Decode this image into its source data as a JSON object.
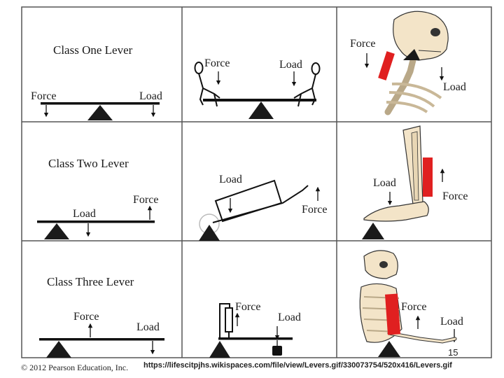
{
  "panels": {
    "class_one": {
      "title": "Class One Lever",
      "force": "Force",
      "load": "Load"
    },
    "seesaw": {
      "force": "Force",
      "load": "Load"
    },
    "neck": {
      "force": "Force",
      "load": "Load"
    },
    "class_two": {
      "title": "Class Two Lever",
      "force": "Force",
      "load": "Load"
    },
    "wheelbarrow": {
      "force": "Force",
      "load": "Load"
    },
    "foot": {
      "force": "Force",
      "load": "Load"
    },
    "class_three": {
      "title": "Class Three Lever",
      "force": "Force",
      "load": "Load"
    },
    "dumbbell": {
      "force": "Force",
      "load": "Load"
    },
    "arm": {
      "force": "Force",
      "load": "Load"
    }
  },
  "footer": {
    "copyright": "© 2012 Pearson Education, Inc.",
    "source_url": "https://lifescitpjhs.wikispaces.com/file/view/Levers.gif/330073754/520x416/Levers.gif",
    "slide_number": "15"
  },
  "colors": {
    "grid": "#555555",
    "beam": "#111111",
    "fulcrum": "#1a1a1a",
    "muscle": "#e02020",
    "bone": "#f3e4c8"
  }
}
